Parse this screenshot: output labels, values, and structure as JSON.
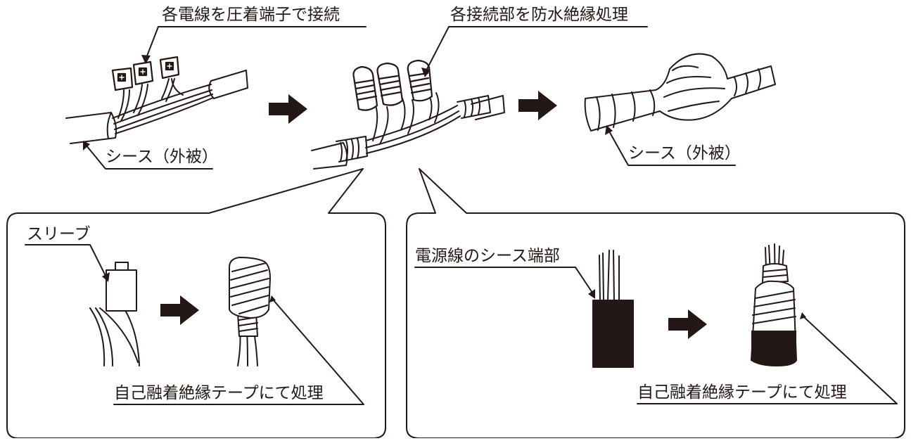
{
  "labels": {
    "crimp_connect": "各電線を圧着端子で接続",
    "waterproof_insulate": "各接続部を防水絶縁処理",
    "sheath_left": "シース（外被）",
    "sheath_right": "シース（外被）",
    "sleeve": "スリーブ",
    "tape_left": "自己融着絶縁テープにて処理",
    "power_sheath_end": "電源線のシース端部",
    "tape_right": "自己融着絶縁テープにて処理"
  },
  "colors": {
    "line": "#231815",
    "fill": "#ffffff"
  },
  "icons": {
    "flow_arrow": "right-arrow-icon"
  }
}
